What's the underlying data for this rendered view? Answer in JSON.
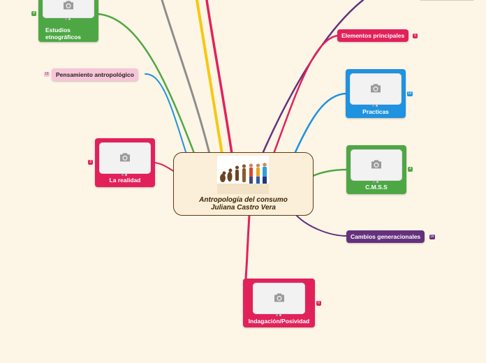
{
  "colors": {
    "background": "#fdf5e6",
    "green": "#4ea745",
    "magenta": "#e2215b",
    "blue": "#1f92e0",
    "purple": "#65317d",
    "pink_light": "#f7c5d8",
    "center_fill": "#fcefd9",
    "center_border": "#5a3a14"
  },
  "icons": {
    "image_placeholder": "camera-icon"
  },
  "center": {
    "title_line1": "Antropología del consumo",
    "title_line2": "Juliana Castro Vera",
    "image": "human-evolution-illustration"
  },
  "nodes": {
    "estudios": {
      "label": "Estudios etnográficos",
      "count": "4"
    },
    "pensamiento": {
      "label": "Pensamiento antropológico",
      "count": "19"
    },
    "realidad": {
      "label": "La realidad",
      "count": "3"
    },
    "elementos": {
      "label": "Elementos principales",
      "count": "5"
    },
    "practicas": {
      "label": "Practicas",
      "count": "10"
    },
    "cmss": {
      "label": "C.M.S.S",
      "count": "4"
    },
    "cambios": {
      "label": "Cambios generacionales",
      "count": "16"
    },
    "indagacion": {
      "label": "Indagación/Posividad",
      "count": "6"
    }
  }
}
